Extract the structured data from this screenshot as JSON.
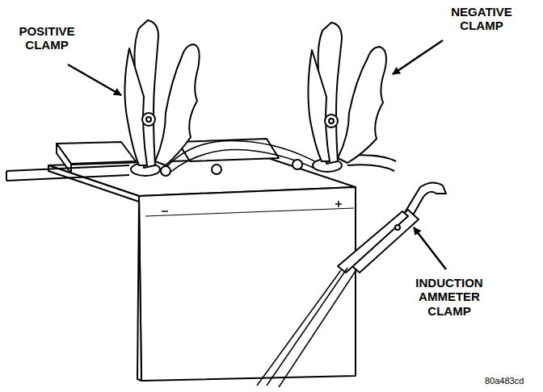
{
  "diagram": {
    "labels": [
      "POSITIVE CLAMP",
      "NEGATIVE CLAMP",
      "INDUCTION AMMETER CLAMP",
      "80a483cd"
    ]
  }
}
